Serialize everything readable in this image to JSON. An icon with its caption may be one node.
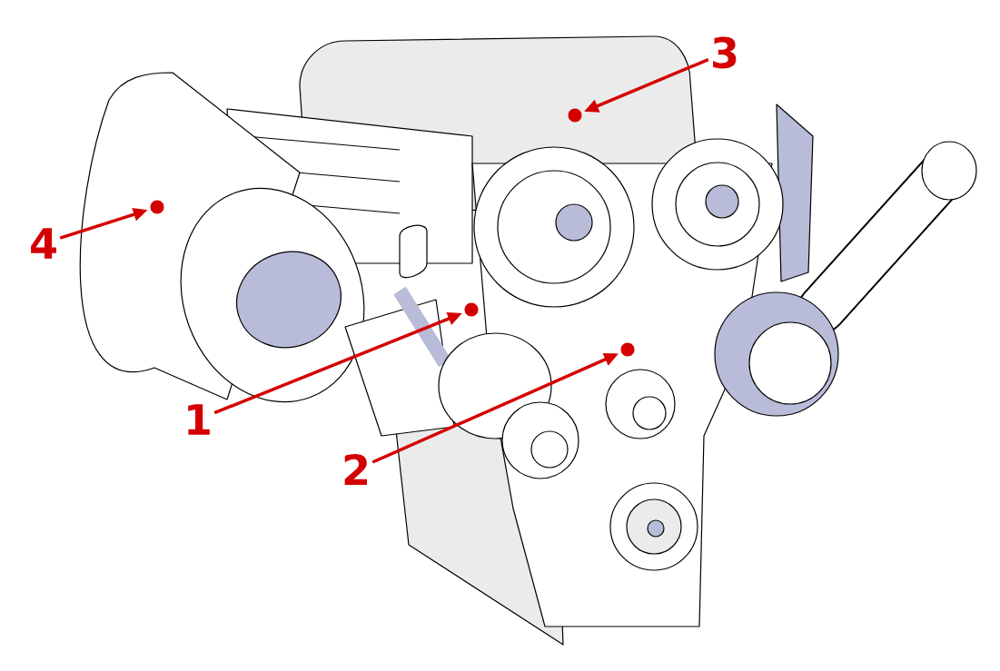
{
  "diagram": {
    "nodes": [
      {
        "text": [
          "3"
        ]
      },
      {
        "text": [],
        "shape": "circle"
      },
      {
        "text": [
          "4"
        ]
      },
      {
        "text": [],
        "shape": "circle"
      },
      {
        "text": [
          "1"
        ]
      },
      {
        "text": [],
        "shape": "circle"
      },
      {
        "text": [
          "2"
        ]
      },
      {
        "text": [],
        "shape": "circle"
      }
    ],
    "edges": [
      {
        "from": 0,
        "to": 1,
        "arrow": "to"
      },
      {
        "from": 2,
        "to": 3,
        "arrow": "to"
      },
      {
        "from": 4,
        "to": 5,
        "arrow": "to"
      },
      {
        "from": 6,
        "to": 7,
        "arrow": "to"
      }
    ]
  }
}
